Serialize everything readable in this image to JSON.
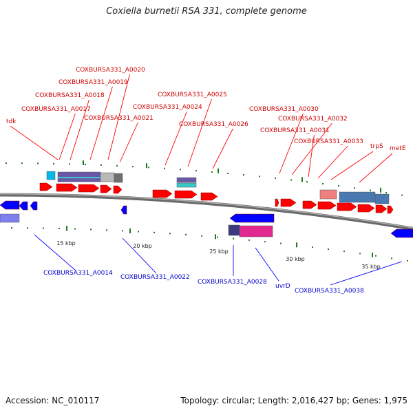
{
  "title": "Coxiella burnetii RSA 331, complete genome",
  "footer": {
    "accession": "Accession: NC_010117",
    "topology": "Topology: circular; Length: 2,016,427 bp; Genes: 1,975"
  },
  "colors": {
    "forward_strand": "#ff0000",
    "reverse_strand": "#0000ff",
    "forward_label": "#cc0000",
    "reverse_label": "#0000cc",
    "backbone": "#808080",
    "tick": "#1a7a1a",
    "feature_cyan": "#00b8e8",
    "feature_purple": "#6a58a8",
    "feature_teal": "#38c8c8",
    "feature_grey": "#b8b8b8",
    "feature_salmon": "#f08080",
    "feature_steelblue": "#4a78b0",
    "feature_magenta": "#e02890",
    "feature_navy": "#3a3a80"
  },
  "scale_labels": [
    "15 kbp",
    "20 kbp",
    "25 kbp",
    "30 kbp",
    "35 kbp"
  ],
  "forward_labels": [
    "tdk",
    "COXBURSA331_A0017",
    "COXBURSA331_A0018",
    "COXBURSA331_A0019",
    "COXBURSA331_A0020",
    "COXBURSA331_A0021",
    "COXBURSA331_A0024",
    "COXBURSA331_A0025",
    "COXBURSA331_A0026",
    "COXBURSA331_A0030",
    "COXBURSA331_A0032",
    "COXBURSA331_A0031",
    "COXBURSA331_A0033",
    "trpS",
    "metE"
  ],
  "reverse_labels": [
    "COXBURSA331_A0014",
    "COXBURSA331_A0022",
    "COXBURSA331_A0028",
    "uvrD",
    "COXBURSA331_A0038"
  ]
}
